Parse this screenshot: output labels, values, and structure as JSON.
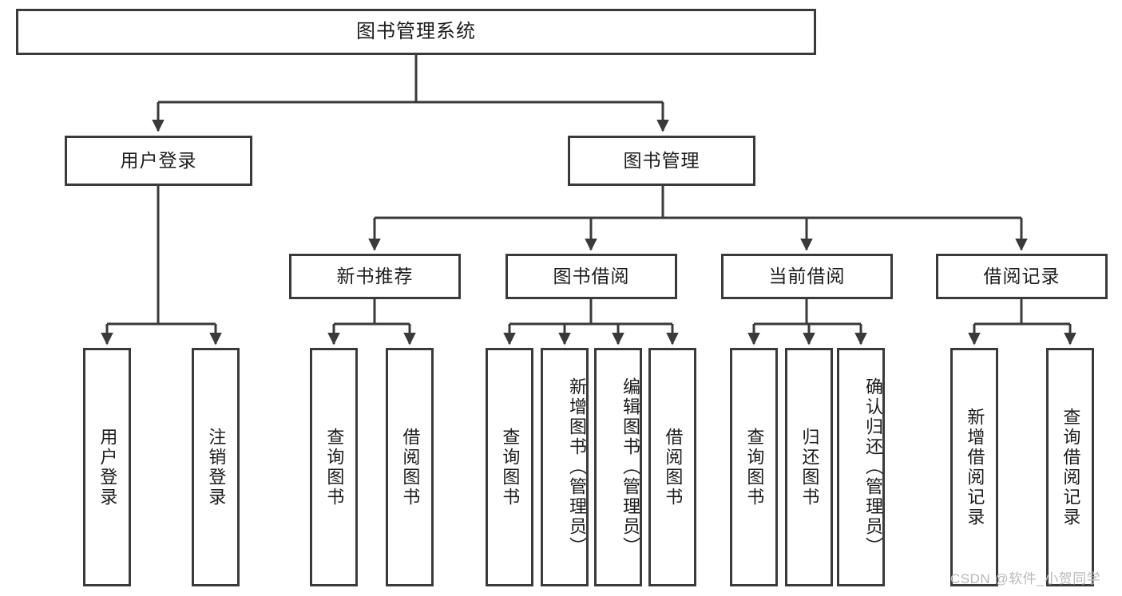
{
  "diagram": {
    "type": "tree",
    "title": "图书管理系统",
    "root": {
      "label": "图书管理系统"
    },
    "level2": [
      {
        "label": "用户登录"
      },
      {
        "label": "图书管理"
      }
    ],
    "level3": [
      {
        "label": "新书推荐"
      },
      {
        "label": "图书借阅"
      },
      {
        "label": "当前借阅"
      },
      {
        "label": "借阅记录"
      }
    ],
    "leaves": {
      "user_login": [
        {
          "label": "用户登录"
        },
        {
          "label": "注销登录"
        }
      ],
      "new_book_recommend": [
        {
          "label": "查询图书"
        },
        {
          "label": "借阅图书"
        }
      ],
      "book_borrow": [
        {
          "label": "查询图书"
        },
        {
          "label": "新增图书（管理员）"
        },
        {
          "label": "编辑图书（管理员）"
        },
        {
          "label": "借阅图书"
        }
      ],
      "current_borrow": [
        {
          "label": "查询图书"
        },
        {
          "label": "归还图书"
        },
        {
          "label": "确认归还（管理员）"
        }
      ],
      "borrow_record": [
        {
          "label": "新增借阅记录"
        },
        {
          "label": "查询借阅记录"
        }
      ]
    }
  },
  "watermark": {
    "text": "CSDN @软件_小贺同学"
  },
  "colors": {
    "box_border": "#3a3a3a",
    "box_fill": "#ffffff",
    "line": "#3a3a3a",
    "text": "#1c1c1c",
    "watermark": "#b9b9b9"
  }
}
